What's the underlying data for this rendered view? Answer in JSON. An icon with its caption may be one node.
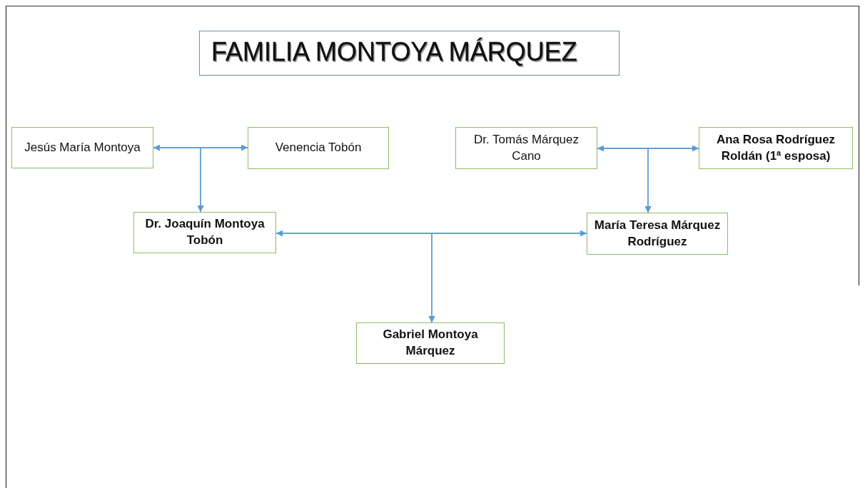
{
  "diagram": {
    "title": "FAMILIA MONTOYA MÁRQUEZ",
    "nodes": [
      {
        "text": [
          "Jesús María Montoya"
        ]
      },
      {
        "text": [
          "Venencia Tobón"
        ]
      },
      {
        "text": [
          "Dr. Tomás Márquez Cano"
        ]
      },
      {
        "text": [
          "Ana Rosa Rodríguez Roldán (1ª esposa)"
        ]
      },
      {
        "text": [
          "Dr. Joaquín Montoya Tobón"
        ]
      },
      {
        "text": [
          "María Teresa Márquez Rodríguez"
        ]
      },
      {
        "text": [
          "Gabriel Montoya Márquez"
        ]
      }
    ],
    "edges": [
      {
        "from": 0,
        "to": 1,
        "arrow": "both"
      },
      {
        "from": 0,
        "to": 4,
        "arrow": "to"
      },
      {
        "from": 1,
        "to": 4,
        "arrow": "to"
      },
      {
        "from": 2,
        "to": 3,
        "arrow": "both"
      },
      {
        "from": 2,
        "to": 5,
        "arrow": "to"
      },
      {
        "from": 3,
        "to": 5,
        "arrow": "to"
      },
      {
        "from": 4,
        "to": 5,
        "arrow": "both"
      },
      {
        "from": 4,
        "to": 6,
        "arrow": "to"
      },
      {
        "from": 5,
        "to": 6,
        "arrow": "to"
      }
    ]
  }
}
